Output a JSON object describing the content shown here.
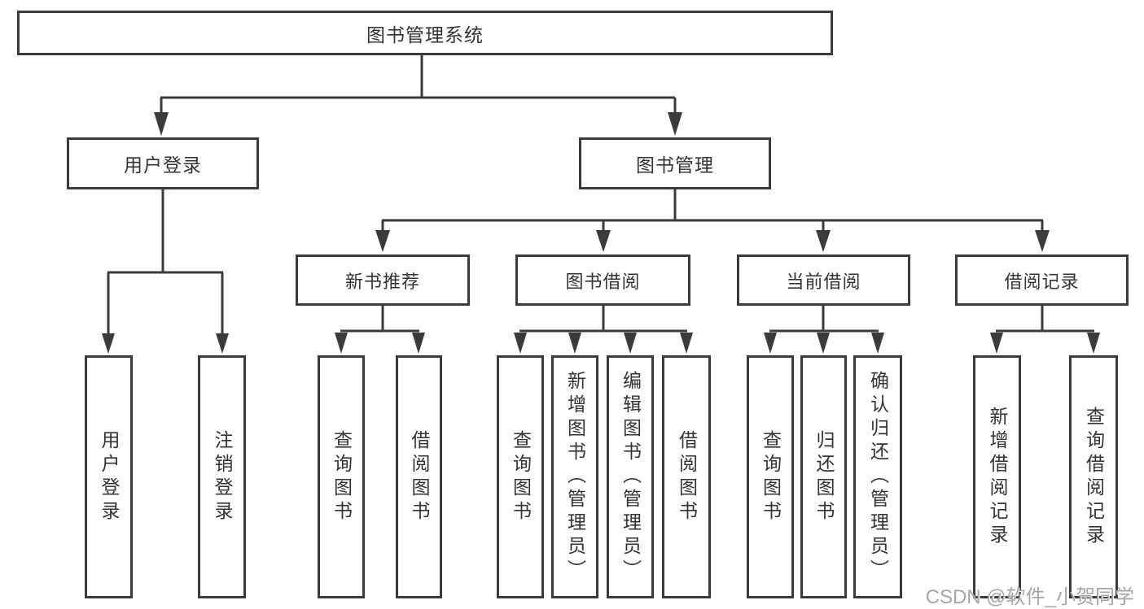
{
  "colors": {
    "line": "#3b3b3b",
    "text": "#333333",
    "watermark": "#a6a6a6",
    "background": "#ffffff"
  },
  "watermark": "CSDN @软件_小贺同学",
  "tree": {
    "root": "图书管理系统",
    "branches": [
      {
        "label": "用户登录",
        "leaves": [
          "用户登录",
          "注销登录"
        ]
      },
      {
        "label": "图书管理",
        "groups": [
          {
            "label": "新书推荐",
            "leaves": [
              "查询图书",
              "借阅图书"
            ]
          },
          {
            "label": "图书借阅",
            "leaves": [
              "查询图书",
              "新增图书（管理员）",
              "编辑图书（管理员）",
              "借阅图书"
            ]
          },
          {
            "label": "当前借阅",
            "leaves": [
              "查询图书",
              "归还图书",
              "确认归还（管理员）"
            ]
          },
          {
            "label": "借阅记录",
            "leaves": [
              "新增借阅记录",
              "查询借阅记录"
            ]
          }
        ]
      }
    ]
  }
}
